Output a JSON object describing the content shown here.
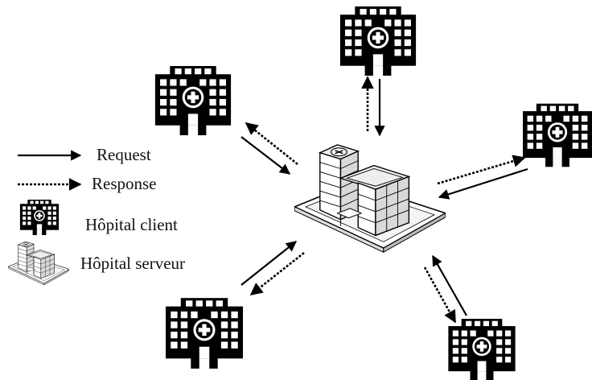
{
  "legend": {
    "request": "Request",
    "response": "Response",
    "client": "Hôpital client",
    "server": "Hôpital serveur"
  },
  "icons": {
    "client": "hospital-client-icon",
    "server": "hospital-server-icon"
  },
  "colors": {
    "ink": "#000000",
    "background": "#ffffff"
  }
}
